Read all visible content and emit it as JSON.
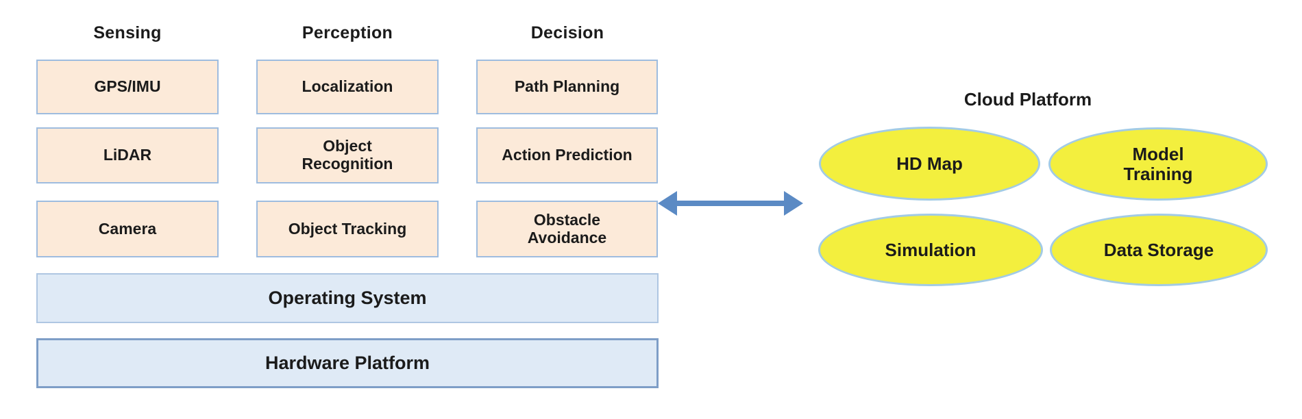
{
  "headers": {
    "sensing": "Sensing",
    "perception": "Perception",
    "decision": "Decision"
  },
  "boxes": {
    "gps_imu": "GPS/IMU",
    "lidar": "LiDAR",
    "camera": "Camera",
    "localization": "Localization",
    "object_recognition": "Object\nRecognition",
    "object_tracking": "Object Tracking",
    "path_planning": "Path Planning",
    "action_prediction": "Action Prediction",
    "obstacle_avoidance": "Obstacle\nAvoidance"
  },
  "platform": {
    "operating_system": "Operating System",
    "hardware_platform": "Hardware Platform"
  },
  "cloud": {
    "title": "Cloud Platform",
    "hd_map": "HD Map",
    "model_training": "Model\nTraining",
    "simulation": "Simulation",
    "data_storage": "Data Storage"
  },
  "colors": {
    "box_fill": "#fcead9",
    "box_border": "#9ebcdf",
    "bar_fill": "#dfeaf6",
    "bar_border": "#aec6e2",
    "hardware_bar_border": "#7e9ec7",
    "ellipse_fill": "#f3ef3e",
    "ellipse_border": "#a2cbe5",
    "arrow": "#5b8ac4",
    "text": "#1b1b1b"
  }
}
